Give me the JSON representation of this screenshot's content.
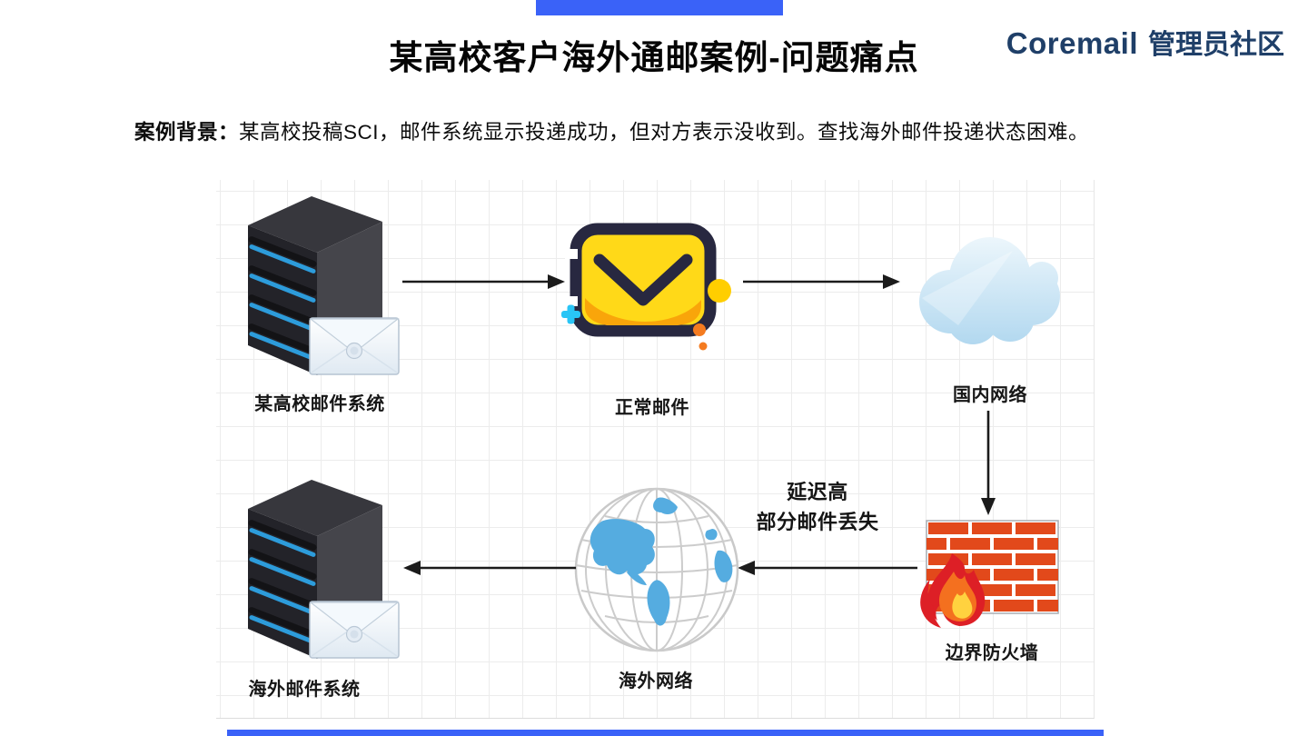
{
  "slide": {
    "title": "某高校客户海外通邮案例-问题痛点",
    "accent_bar_color": "#3A62F8"
  },
  "logo": {
    "brand": "Coremail",
    "community": "管理员社区",
    "color": "#1F3F68"
  },
  "case_note": {
    "label": "案例背景：",
    "text": "某高校投稿SCI，邮件系统显示投递成功，但对方表示没收到。查找海外邮件投递状态困难。"
  },
  "diagram": {
    "nodes": [
      {
        "id": "university-mail-system",
        "label": "某高校邮件系统",
        "icon": "server-mail-icon"
      },
      {
        "id": "normal-mail",
        "label": "正常邮件",
        "icon": "mail-envelope-icon"
      },
      {
        "id": "domestic-network",
        "label": "国内网络",
        "icon": "cloud-icon"
      },
      {
        "id": "border-firewall",
        "label": "边界防火墙",
        "icon": "firewall-icon"
      },
      {
        "id": "overseas-network",
        "label": "海外网络",
        "icon": "globe-icon"
      },
      {
        "id": "overseas-mail-system",
        "label": "海外邮件系统",
        "icon": "server-mail-icon"
      }
    ],
    "issue_label": {
      "line1": "延迟高",
      "line2": "部分邮件丢失"
    },
    "colors": {
      "arrow": "#1B1B1B",
      "grid_line": "#ECECEC",
      "server_stripe": "#2D9CDB",
      "mail_yellow": "#FFD918",
      "mail_outline": "#282840",
      "cloud_blue": "#BCDDF1",
      "brick_orange": "#E2491B",
      "flame_red": "#DD1F26",
      "flame_orange": "#F4701F",
      "flame_yellow": "#FFD23F",
      "globe_land": "#55ACE0"
    }
  }
}
